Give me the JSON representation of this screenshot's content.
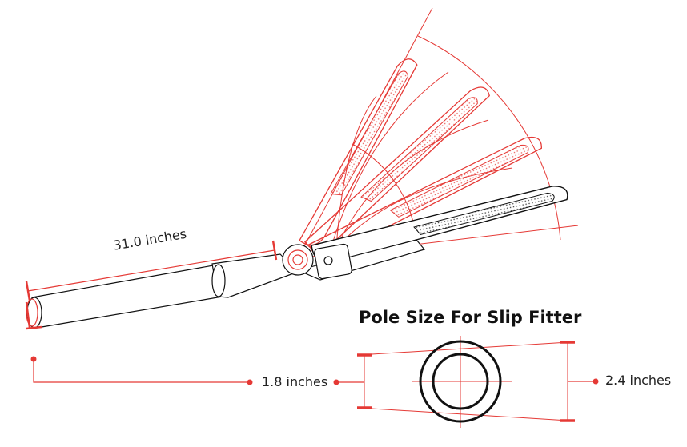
{
  "diagram": {
    "title": "Pole Size For Slip Fitter",
    "pole_length_label": "31.0 inches",
    "inner_diameter_label": "1.8 inches",
    "outer_diameter_label": "2.4 inches",
    "colors": {
      "accent": "#e53935",
      "outline": "#111111",
      "text": "#222222"
    }
  }
}
